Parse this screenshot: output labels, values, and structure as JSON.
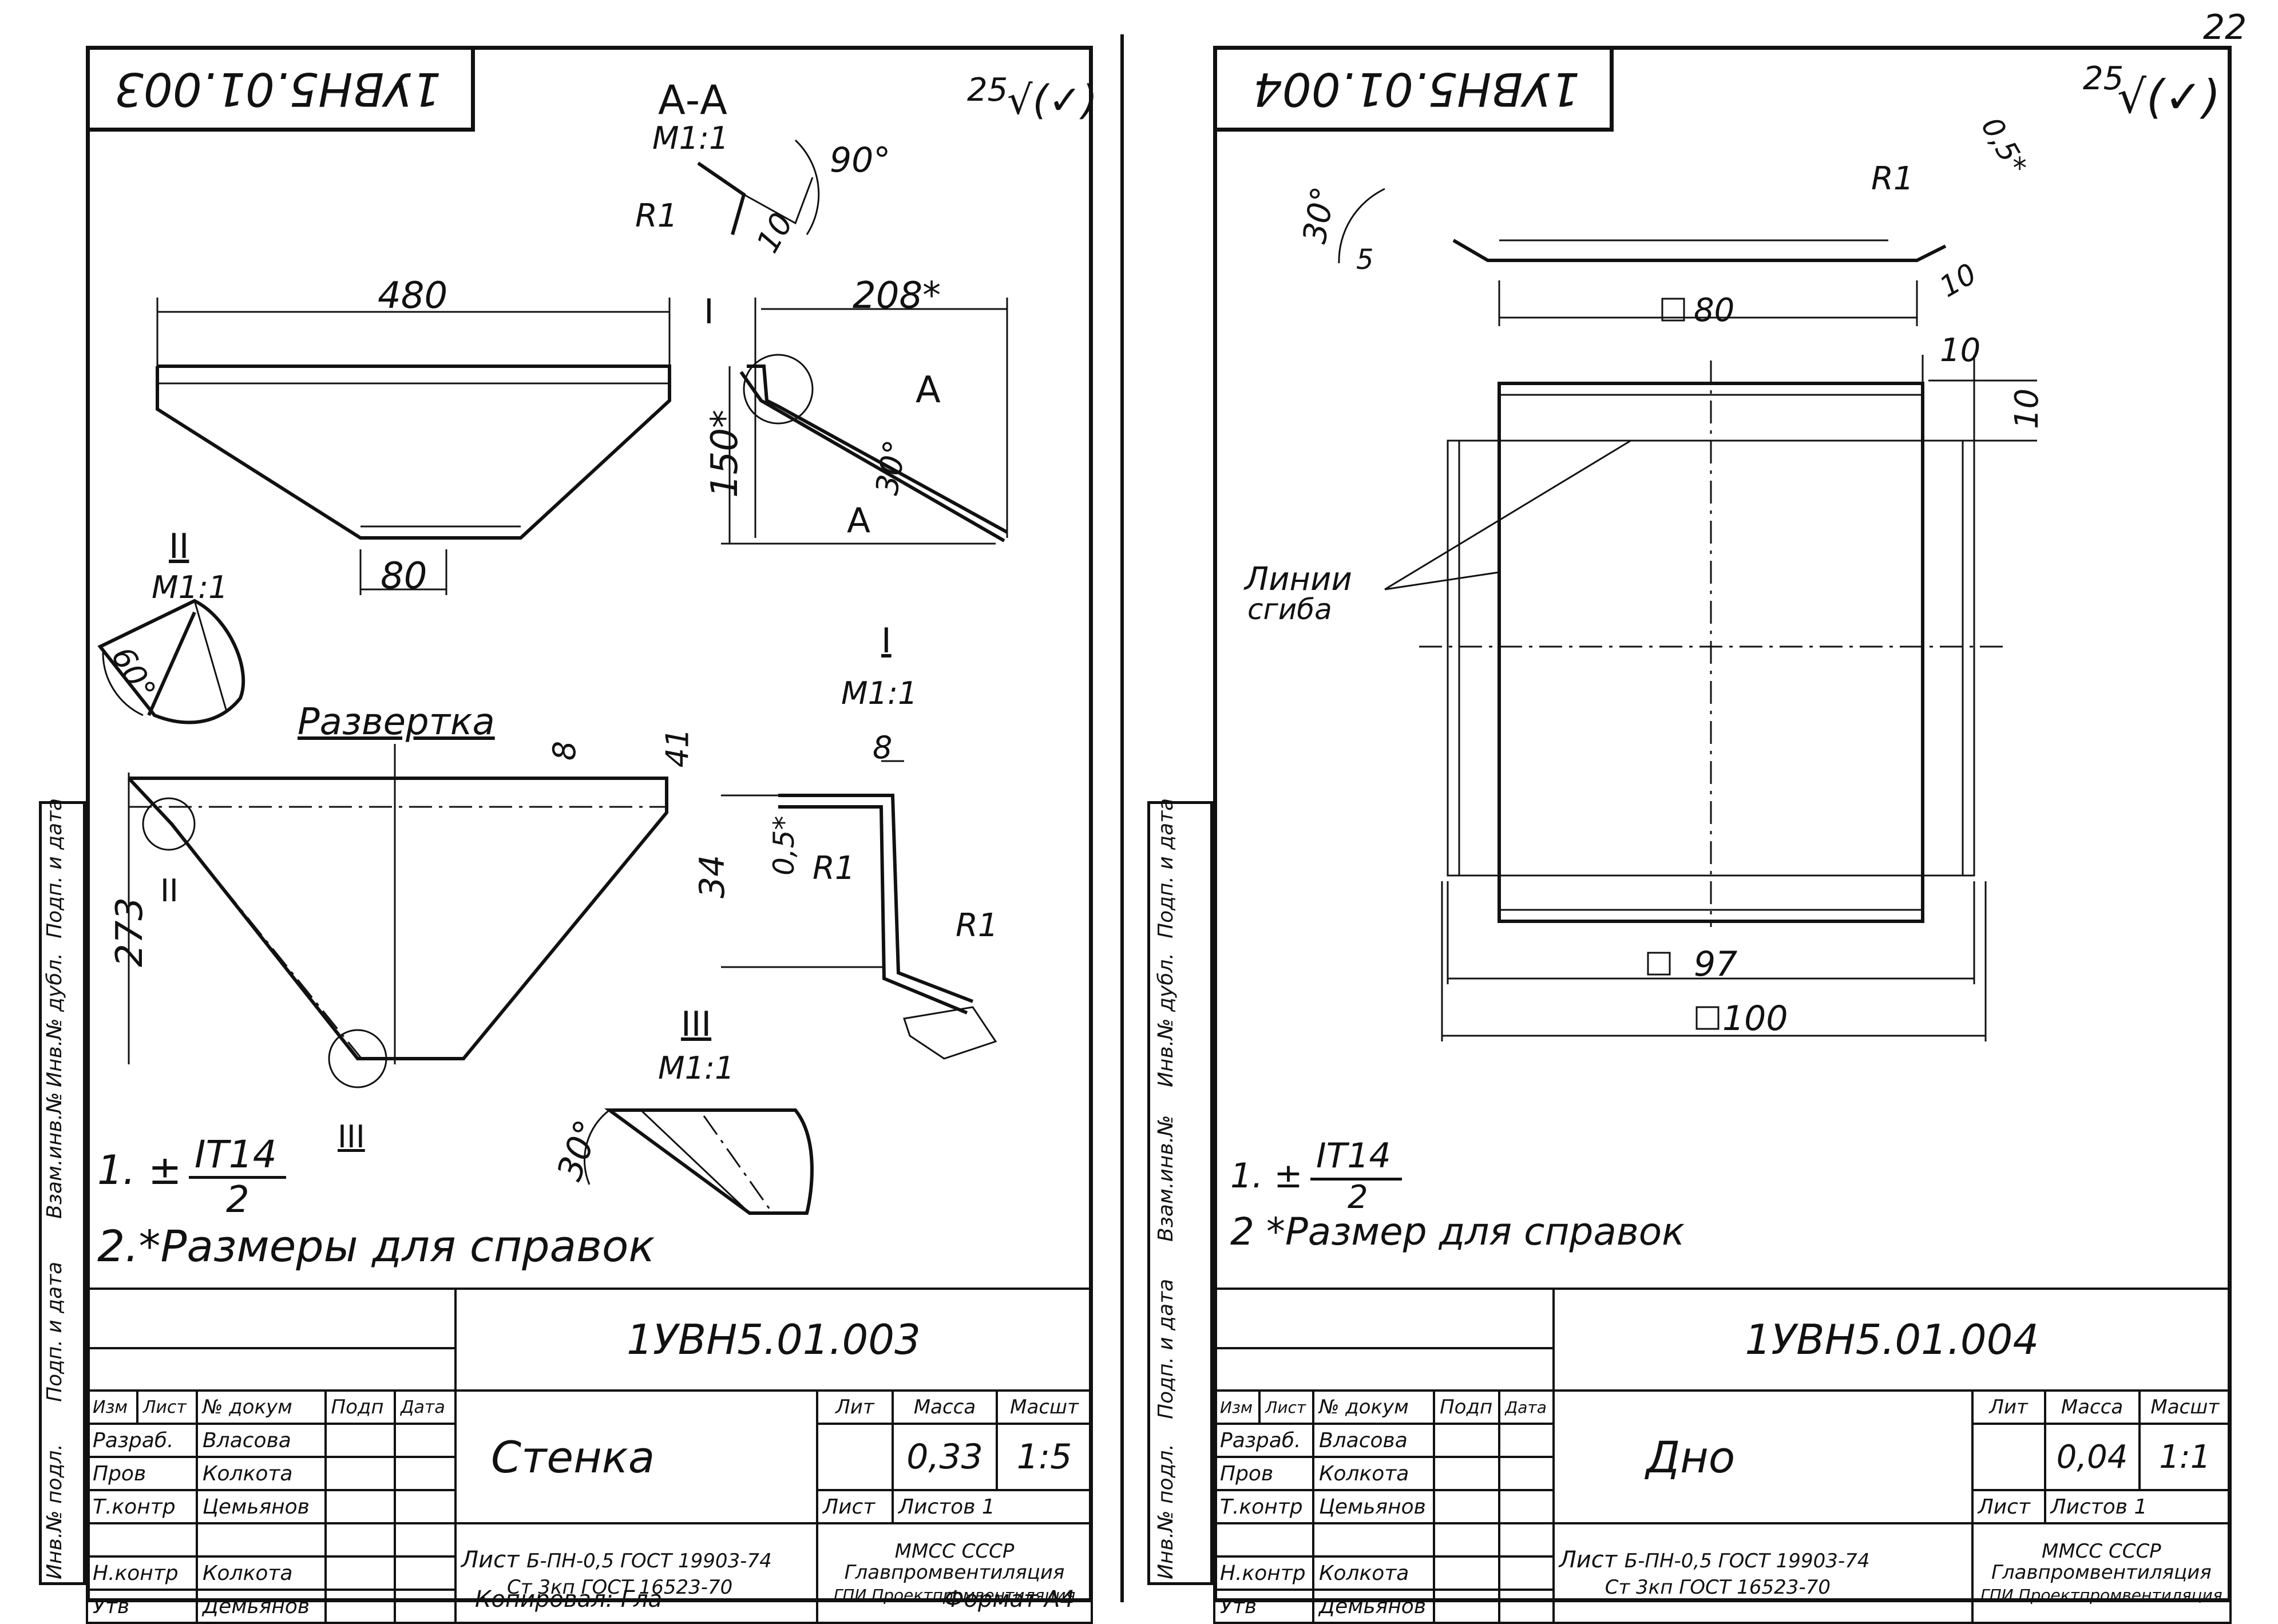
{
  "corner_number": "22",
  "sheet1": {
    "code_stamp": "1УВН5.01.003",
    "roughness": "25",
    "section_label": "А-А",
    "section_scale": "М1:1",
    "detail1_label": "I",
    "detail1_scale": "М1:1",
    "detail2_label": "II",
    "detail2_scale": "М1:1",
    "detail3_label": "III",
    "detail3_scale": "М1:1",
    "unfold_label": "Развертка",
    "dims": {
      "d480": "480",
      "d208": "208*",
      "d150": "150*",
      "d80": "80",
      "d90": "90°",
      "dR1": "R1",
      "d10": "10",
      "d30": "30°",
      "dA": "А",
      "d273": "273",
      "d8": "8",
      "d41": "41",
      "d60": "60°",
      "d34": "34",
      "d05": "0,5*",
      "d8b": "8",
      "dR1b": "R1",
      "dR1c": "R1",
      "d30b": "30°",
      "marker_I": "I",
      "marker_II": "II",
      "marker_III": "III"
    },
    "note1_prefix": "1. ±",
    "note1_num": "IT14",
    "note1_den": "2",
    "note2": "2.*Размеры для справок",
    "side_labels": [
      "Инв.№ подл.",
      "Подп. и дата",
      "Взам.инв.№",
      "Инв.№ дубл.",
      "Подп. и дата"
    ],
    "title_block": {
      "designation": "1УВН5.01.003",
      "name": "Стенка",
      "lit_header": "Лит",
      "mass_header": "Масса",
      "scale_header": "Масшт",
      "mass": "0,33",
      "scale": "1:5",
      "sheet": "Лист",
      "sheets": "Листов 1",
      "org1": "ММСС СССР",
      "org2": "Главпромвентиляция",
      "org3": "ГПИ Проектпромвентиляция",
      "material_prefix": "Лист",
      "material_1": "Б-ПН-0,5 ГОСТ 19903-74",
      "material_2": "Ст 3кп ГОСТ 16523-70",
      "row_headers": [
        "Изм",
        "Лист",
        "№ докум",
        "Подп",
        "Дата"
      ],
      "roles": [
        {
          "role": "Разраб.",
          "name": "Власова"
        },
        {
          "role": "Пров",
          "name": "Колкота"
        },
        {
          "role": "Т.контр",
          "name": "Цемьянов"
        },
        {
          "role": "",
          "name": ""
        },
        {
          "role": "Н.контр",
          "name": "Колкота"
        },
        {
          "role": "Утв",
          "name": "Демьянов"
        }
      ],
      "footer_left": "Копировал: Гла",
      "footer_right": "Формат А4"
    }
  },
  "sheet2": {
    "code_stamp": "1УВН5.01.004",
    "roughness": "25",
    "dims": {
      "d30": "30°",
      "d5": "5",
      "dR1": "R1",
      "d05": "0,5*",
      "d10a": "10",
      "d80": "80",
      "d10b": "10",
      "d10c": "10",
      "d97": "97",
      "d100": "100"
    },
    "fold_label_1": "Линии",
    "fold_label_2": "сгиба",
    "note1_prefix": "1. ±",
    "note1_num": "IT14",
    "note1_den": "2",
    "note2": "2 *Размер для справок",
    "side_labels": [
      "Инв.№ подл.",
      "Подп. и дата",
      "Взам.инв.№",
      "Инв.№ дубл.",
      "Подп. и дата"
    ],
    "title_block": {
      "designation": "1УВН5.01.004",
      "name": "Дно",
      "lit_header": "Лит",
      "mass_header": "Масса",
      "scale_header": "Масшт",
      "mass": "0,04",
      "scale": "1:1",
      "sheet": "Лист",
      "sheets": "Листов 1",
      "org1": "ММСС СССР",
      "org2": "Главпромвентиляция",
      "org3": "ГПИ Проектпромвентиляция",
      "material_prefix": "Лист",
      "material_1": "Б-ПН-0,5 ГОСТ 19903-74",
      "material_2": "Ст 3кп ГОСТ 16523-70",
      "row_headers": [
        "Изм",
        "Лист",
        "№ докум",
        "Подп",
        "Дата"
      ],
      "roles": [
        {
          "role": "Разраб.",
          "name": "Власова"
        },
        {
          "role": "Пров",
          "name": "Колкота"
        },
        {
          "role": "Т.контр",
          "name": "Цемьянов"
        },
        {
          "role": "",
          "name": ""
        },
        {
          "role": "Н.контр",
          "name": "Колкота"
        },
        {
          "role": "Утв",
          "name": "Демьянов"
        }
      ]
    }
  }
}
